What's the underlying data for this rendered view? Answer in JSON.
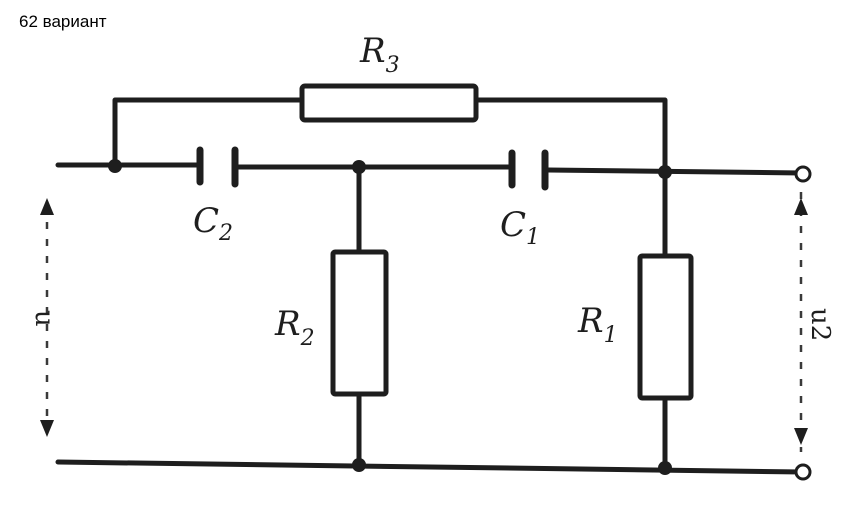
{
  "title": "62 вариант",
  "components": {
    "r3": {
      "letter": "R",
      "index": "3"
    },
    "c2": {
      "letter": "C",
      "index": "2"
    },
    "c1": {
      "letter": "C",
      "index": "1"
    },
    "r2": {
      "letter": "R",
      "index": "2"
    },
    "r1": {
      "letter": "R",
      "index": "1"
    }
  },
  "ports": {
    "input": {
      "label": "u"
    },
    "output": {
      "label": "u2"
    }
  },
  "colors": {
    "ink": "#1e1e1e",
    "paper": "#ffffff"
  }
}
